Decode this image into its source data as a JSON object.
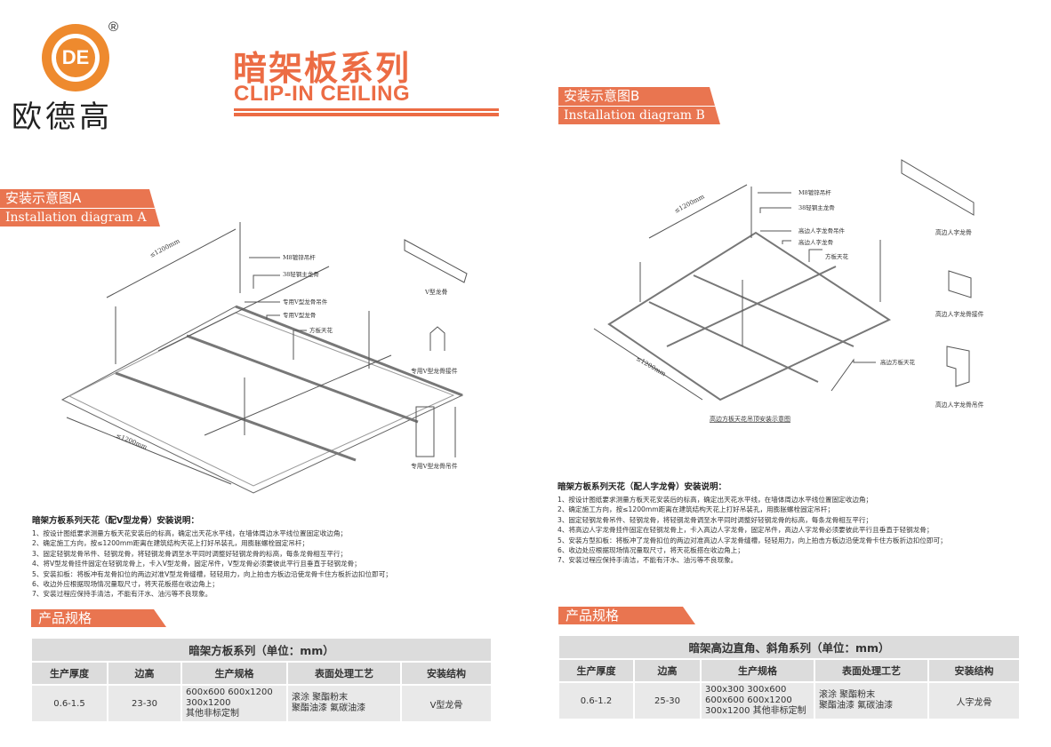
{
  "brand": {
    "name": "欧德高",
    "registered": "®",
    "logo_glyph": "DE"
  },
  "header": {
    "title_cn": "暗架板系列",
    "title_en": "CLIP-IN CEILING"
  },
  "colors": {
    "accent": "#e97550",
    "logo": "#ee8a2e"
  },
  "diagram_a": {
    "banner_cn": "安装示意图A",
    "banner_en": "Installation diagram A",
    "dim1": "≤1200mm",
    "dim2": "≤1200mm",
    "labels": [
      "M8镀锌吊杆",
      "38轻钢主龙骨",
      "专用V型龙骨吊件",
      "专用V型龙骨",
      "方板天花"
    ],
    "parts": [
      "V型龙骨",
      "专用V型龙骨接件",
      "专用V型龙骨吊件"
    ]
  },
  "diagram_b": {
    "banner_cn": "安装示意图B",
    "banner_en": "Installation diagram B",
    "dim1": "≤1200mm",
    "dim2": "≤1200mm",
    "labels": [
      "M8镀锌吊杆",
      "38轻钢主龙骨",
      "高边人字龙骨吊件",
      "高边人字龙骨",
      "方板天花",
      "高边方板天花"
    ],
    "parts": [
      "高边人字龙骨",
      "高边人字龙骨接件",
      "高边人字龙骨吊件"
    ],
    "caption": "高边方板天花吊顶安装示意图"
  },
  "instructions_a": {
    "title": "暗架方板系列天花（配V型龙骨）安装说明：",
    "lines": [
      "1、按设计图纸要求测量方板天花安装后的标高，确定出天花水平线，在墙体周边水平线位置固定收边角；",
      "2、确定施工方向，按≤1200mm距离在建筑结构天花上打好吊装孔，用膨胀螺栓固定吊杆；",
      "3、固定轻钢龙骨吊件、轻钢龙骨，将轻钢龙骨调至水平同时调整好轻钢龙骨的标高，每条龙骨相互平行；",
      "4、将V型龙骨挂件固定在轻钢龙骨上，卡入V型龙骨，固定吊件，V型龙骨必须要彼此平行且垂直于轻钢龙骨；",
      "5、安装扣板：将板冲有龙骨扣位的两边对准V型龙骨缝槽，轻轻用力，向上拍击方板边沿使龙骨卡住方板折边扣位即可；",
      "6、收边外应根据现场情况量取尺寸，将天花板搭在收边角上；",
      "7、安装过程应保持手清洁，不能有汗水、油污等不良现象。"
    ]
  },
  "instructions_b": {
    "title": "暗架方板系列天花（配人字龙骨）安装说明：",
    "lines": [
      "1、按设计图纸要求测量方板天花安装后的标高，确定出天花水平线，在墙体周边水平线位置固定收边角；",
      "2、确定施工方向，按≤1200mm距离在建筑结构天花上打好吊装孔，用膨胀螺栓固定吊杆；",
      "3、固定轻钢龙骨吊件、轻钢龙骨，将轻钢龙骨调至水平同时调整好轻钢龙骨的标高，每条龙骨相互平行；",
      "4、将高边人字龙骨挂件固定在轻钢龙骨上，卡入高边人字龙骨，固定吊件，高边人字龙骨必须要彼此平行且垂直于轻钢龙骨；",
      "5、安装方型扣板：将板冲了龙骨扣位的两边对准高边人字龙骨缝槽，轻轻用力，向上拍击方板边沿使龙骨卡住方板折边扣位即可；",
      "6、收边处应根据现场情况量取尺寸，将天花板搭在收边角上；",
      "7、安装过程应保持手清洁，不能有汗水、油污等不良现象。"
    ]
  },
  "spec_label": "产品规格",
  "table_a": {
    "caption": "暗架方板系列（单位：mm）",
    "headers": [
      "生产厚度",
      "边高",
      "生产规格",
      "表面处理工艺",
      "安装结构"
    ],
    "row": {
      "thickness": "0.6-1.5",
      "edge": "23-30",
      "sizes": [
        "600x600 600x1200",
        "300x1200",
        "其他非标定制"
      ],
      "finish": [
        "滚涂 聚酯粉末",
        "聚酯油漆 氟碳油漆"
      ],
      "structure": "V型龙骨"
    }
  },
  "table_b": {
    "caption": "暗架高边直角、斜角系列（单位：mm）",
    "headers": [
      "生产厚度",
      "边高",
      "生产规格",
      "表面处理工艺",
      "安装结构"
    ],
    "row": {
      "thickness": "0.6-1.2",
      "edge": "25-30",
      "sizes": [
        "300x300 300x600",
        "600x600 600x1200",
        "300x1200 其他非标定制"
      ],
      "finish": [
        "滚涂 聚酯粉末",
        "聚酯油漆 氟碳油漆"
      ],
      "structure": "人字龙骨"
    }
  }
}
